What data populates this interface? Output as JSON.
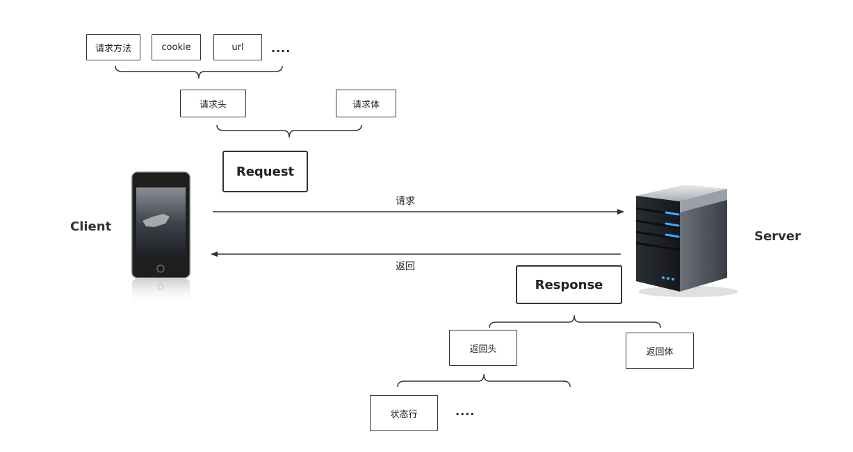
{
  "request": {
    "label": "Request",
    "header_items": [
      "请求方法",
      "cookie",
      "url"
    ],
    "header_more": "....",
    "parts": {
      "head": "请求头",
      "body": "请求体"
    }
  },
  "response": {
    "label": "Response",
    "parts": {
      "head": "返回头",
      "body": "返回体"
    },
    "head_items": [
      "状态行"
    ],
    "head_more": "...."
  },
  "client": {
    "label": "Client"
  },
  "server": {
    "label": "Server"
  },
  "arrows": {
    "request_label": "请求",
    "response_label": "返回"
  }
}
